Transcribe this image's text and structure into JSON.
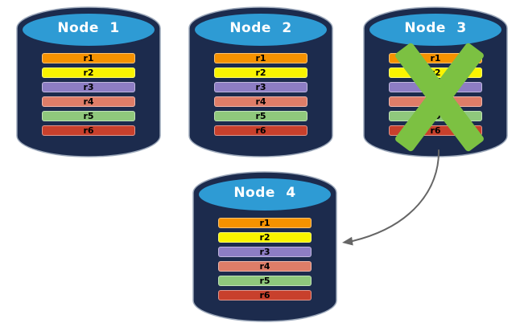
{
  "theme": {
    "canvas-bg": "#FFFFFF",
    "cyl-body": "#1C2B4D",
    "cyl-top": "#2E9BD4",
    "cyl-edge": "#9CA8BA",
    "title-color": "#FFFFFF",
    "record-text": "#000000",
    "x-green": "#7CC142",
    "arrow-gray": "#666666"
  },
  "records": [
    {
      "label": "r1",
      "color": "#F69200"
    },
    {
      "label": "r2",
      "color": "#FAF400"
    },
    {
      "label": "r3",
      "color": "#8D7DC4"
    },
    {
      "label": "r4",
      "color": "#DE7D68"
    },
    {
      "label": "r5",
      "color": "#8FC87C"
    },
    {
      "label": "r6",
      "color": "#C8402C"
    }
  ],
  "nodes": [
    {
      "label": "Node 1",
      "failed": false
    },
    {
      "label": "Node 2",
      "failed": false
    },
    {
      "label": "Node 3",
      "failed": true
    },
    {
      "label": "Node 4",
      "failed": false
    }
  ]
}
